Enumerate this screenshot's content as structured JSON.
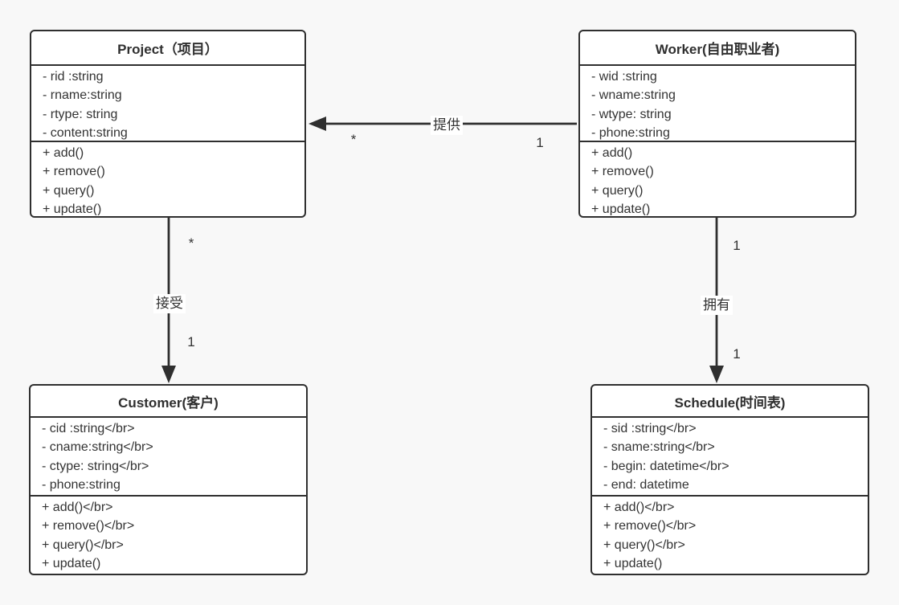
{
  "canvas": {
    "background_color": "#f8f8f8",
    "stroke_color": "#2f2f2f",
    "box_fill_color": "#ffffff",
    "text_color": "#333333"
  },
  "classes": [
    {
      "id": "project",
      "name": "Project（项目）",
      "attributes": [
        "- rid :string",
        "- rname:string",
        "- rtype: string",
        "- content:string"
      ],
      "methods": [
        "+ add()",
        "+ remove()",
        "+ query()",
        "+ update()"
      ]
    },
    {
      "id": "worker",
      "name": "Worker(自由职业者)",
      "attributes": [
        "- wid :string",
        "- wname:string",
        "- wtype: string",
        "- phone:string"
      ],
      "methods": [
        "+ add()",
        "+ remove()",
        "+ query()",
        "+ update()"
      ]
    },
    {
      "id": "customer",
      "name": "Customer(客户)",
      "attributes": [
        "- cid :string</br>",
        "- cname:string</br>",
        "- ctype: string</br>",
        "- phone:string"
      ],
      "methods": [
        "+ add()</br>",
        "+ remove()</br>",
        "+ query()</br>",
        "+ update()"
      ]
    },
    {
      "id": "schedule",
      "name": "Schedule(时间表)",
      "attributes": [
        "- sid :string</br>",
        "- sname:string</br>",
        "- begin: datetime</br>",
        "- end: datetime"
      ],
      "methods": [
        "+ add()</br>",
        "+ remove()</br>",
        "+ query()</br>",
        "+ update()"
      ]
    }
  ],
  "relations": [
    {
      "label": "提供",
      "from": "Worker",
      "to": "Project",
      "from_multiplicity": "1",
      "to_multiplicity": "*"
    },
    {
      "label": "接受",
      "from": "Project",
      "to": "Customer",
      "from_multiplicity": "*",
      "to_multiplicity": "1"
    },
    {
      "label": "拥有",
      "from": "Worker",
      "to": "Schedule",
      "from_multiplicity": "1",
      "to_multiplicity": "1"
    }
  ]
}
